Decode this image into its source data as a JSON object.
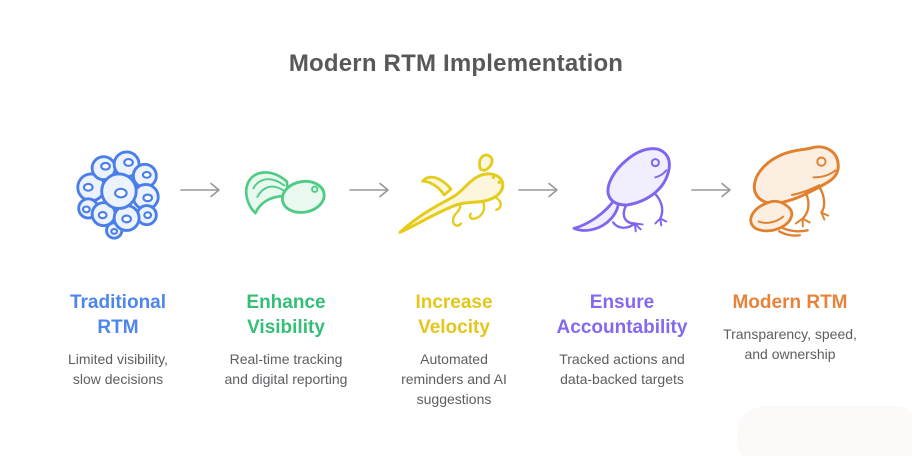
{
  "title": "Modern RTM Implementation",
  "title_color": "#58585A",
  "body_text_color": "#5D5E61",
  "arrow_color": "#96989A",
  "background_color": "#FFFFFF",
  "stages": [
    {
      "key": "traditional-rtm",
      "icon": "frog-eggs-icon",
      "heading_lines": [
        "Traditional",
        "RTM"
      ],
      "description_lines": [
        "Limited visibility,",
        "slow decisions"
      ],
      "color": "#4E86EC",
      "icon_stroke": "#4A7EE8",
      "icon_fill": "#EDF3FD"
    },
    {
      "key": "enhance-visibility",
      "icon": "tadpole-icon",
      "heading_lines": [
        "Enhance",
        "Visibility"
      ],
      "description_lines": [
        "Real-time tracking",
        "and digital reporting"
      ],
      "color": "#34BE76",
      "icon_stroke": "#4FCB85",
      "icon_fill": "#E9F9F0"
    },
    {
      "key": "increase-velocity",
      "icon": "tadpole-with-legs-icon",
      "heading_lines": [
        "Increase",
        "Velocity"
      ],
      "description_lines": [
        "Automated",
        "reminders and AI",
        "suggestions"
      ],
      "color": "#E3C71C",
      "icon_stroke": "#E5CC1A",
      "icon_fill": "#FBF6DC"
    },
    {
      "key": "ensure-accountability",
      "icon": "froglet-icon",
      "heading_lines": [
        "Ensure",
        "Accountability"
      ],
      "description_lines": [
        "Tracked actions and",
        "data-backed targets"
      ],
      "color": "#8668F0",
      "icon_stroke": "#8165EF",
      "icon_fill": "#F1EEFD"
    },
    {
      "key": "modern-rtm",
      "icon": "adult-frog-icon",
      "heading_lines": [
        "Modern RTM"
      ],
      "description_lines": [
        "Transparency, speed,",
        "and ownership"
      ],
      "color": "#E8833C",
      "icon_stroke": "#E0812F",
      "icon_fill": "#FCEFE2"
    }
  ],
  "arrow_count": 4
}
